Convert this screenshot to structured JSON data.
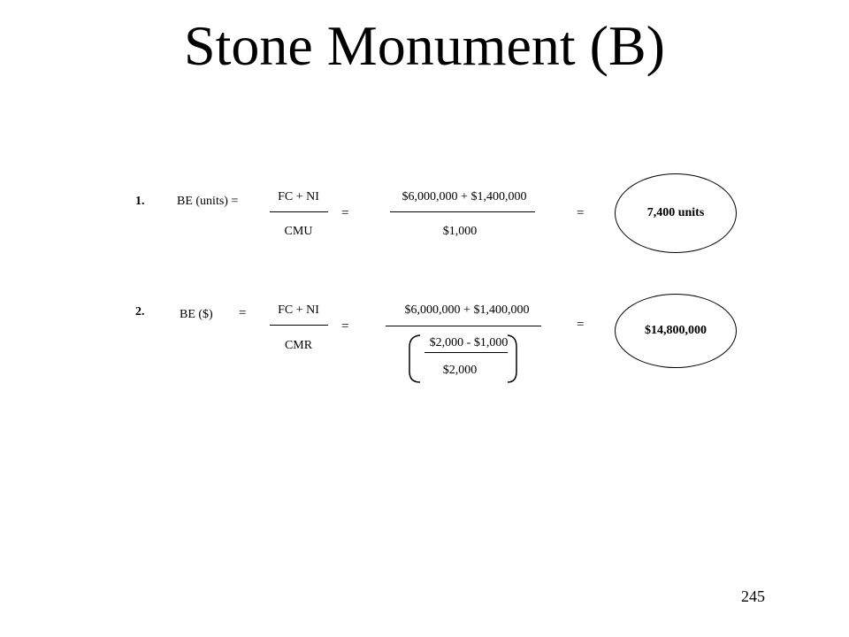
{
  "slide": {
    "title": "Stone Monument (B)",
    "page_number": "245"
  },
  "formula1": {
    "number": "1.",
    "label": "BE (units) =",
    "numerator": "FC + NI",
    "denominator": "CMU",
    "equals1": "=",
    "value_numerator": "$6,000,000 + $1,400,000",
    "value_denominator": "$1,000",
    "equals2": "=",
    "result": "7,400 units"
  },
  "formula2": {
    "number": "2.",
    "label": "BE ($)",
    "label_equals": "=",
    "numerator": "FC + NI",
    "denominator": "CMR",
    "equals1": "=",
    "value_numerator": "$6,000,000 + $1,400,000",
    "ratio_numerator": "$2,000 - $1,000",
    "ratio_denominator": "$2,000",
    "equals2": "=",
    "result": "$14,800,000"
  }
}
